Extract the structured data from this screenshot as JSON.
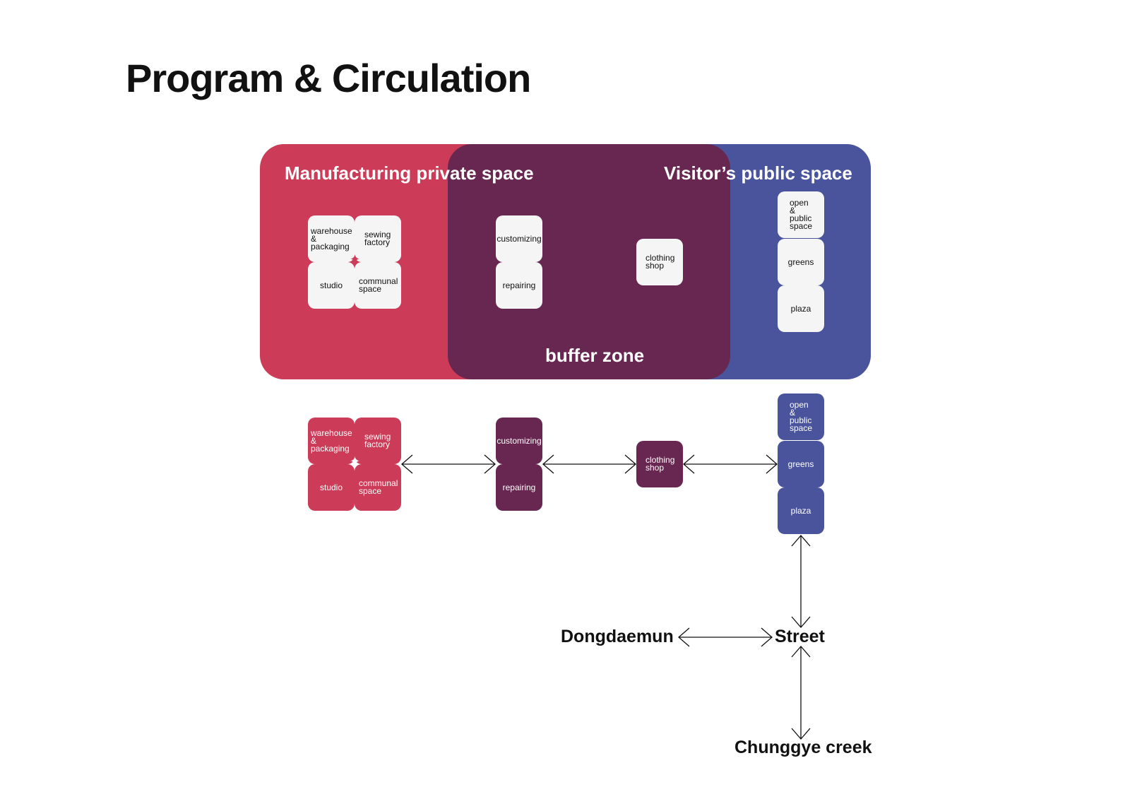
{
  "title": "Program & Circulation",
  "zones": {
    "private": "Manufacturing private space",
    "buffer": "buffer zone",
    "public": "Visitor’s public space"
  },
  "programs": {
    "warehouse": "warehouse\n&\npackaging",
    "sewing": "sewing\nfactory",
    "studio": "studio",
    "communal": "communal\nspace",
    "customizing": "customizing",
    "repairing": "repairing",
    "clothing_shop": "clothing\nshop",
    "open_public": "open\n&\npublic\nspace",
    "greens": "greens",
    "plaza": "plaza"
  },
  "places": {
    "street": "Street",
    "dongdaemun": "Dongdaemun",
    "creek": "Chunggye creek"
  },
  "colors": {
    "private": "#cc3c58",
    "buffer": "#682750",
    "public": "#4a549c",
    "box_light": "#f5f5f5"
  }
}
